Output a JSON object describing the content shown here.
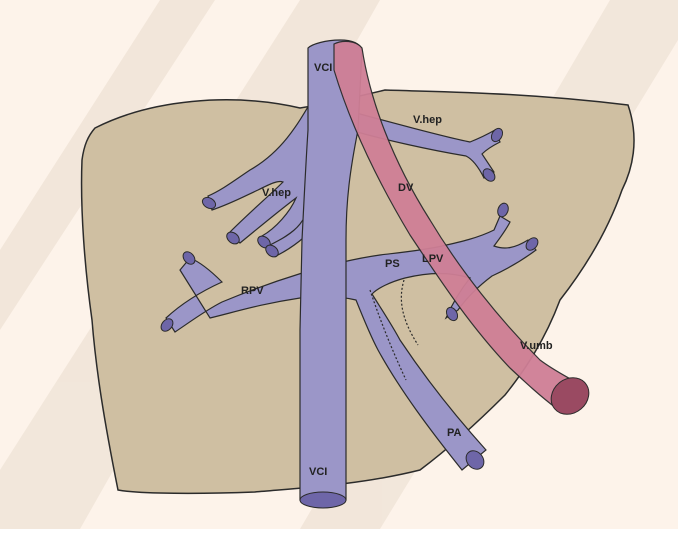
{
  "colors": {
    "background": "#fdf3ea",
    "liver": "#cfbfa2",
    "vein": "#9b96c8",
    "vein_end": "#6e66a8",
    "umbilical": "#cf7f96",
    "umbilical_end": "#9a4a62",
    "outline": "#2b2b2b",
    "watermark": "#e6d9cc"
  },
  "labels": {
    "vci_top": "VCI",
    "vhep_right": "V.hep",
    "vhep_left": "V.hep",
    "dv": "DV",
    "ps": "PS",
    "lpv": "LPV",
    "rpv": "RPV",
    "vumb": "V.umb",
    "pa": "PA",
    "vci_bottom": "VCI"
  }
}
